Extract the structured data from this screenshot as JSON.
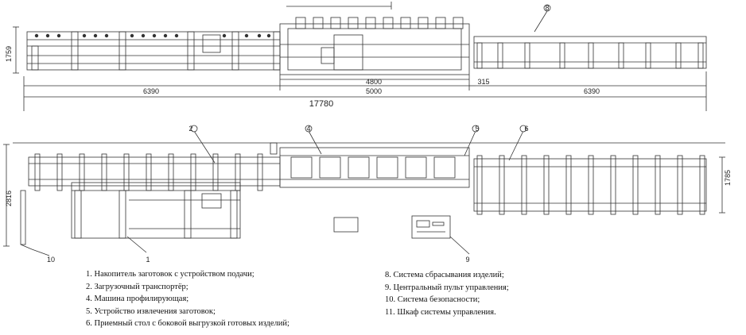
{
  "dimensions": {
    "top_height": "1759",
    "loader_length": "6390",
    "machine_inner": "4800",
    "machine_length": "5000",
    "gap": "315",
    "table_length": "6390",
    "total_length": "17780",
    "plan_width": "2816",
    "table_width": "1785"
  },
  "callouts": {
    "c1": "1",
    "c2": "2",
    "c4": "4",
    "c5": "5",
    "c6": "6",
    "c8_top": "8",
    "c9": "9",
    "c10": "10"
  },
  "legend_left": [
    "1. Накопитель заготовок с устройством подачи;",
    "2. Загрузочный транспортёр;",
    "4. Машина профилирующая;",
    "5. Устройство извлечения заготовок;",
    "6. Приемный стол с боковой выгрузкой готовых изделий;"
  ],
  "legend_right": [
    "8. Система сбрасывания изделий;",
    "9. Центральный пульт управления;",
    "10. Система безопасности;",
    "11. Шкаф системы управления."
  ]
}
